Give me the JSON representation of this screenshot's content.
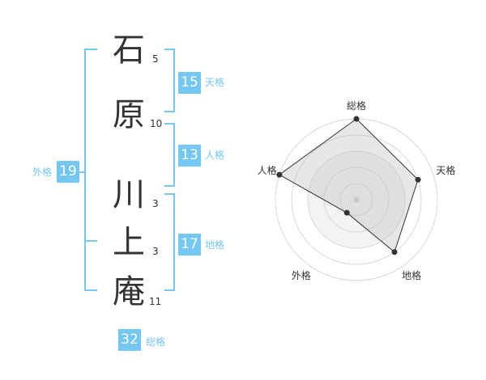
{
  "name": {
    "chars": [
      {
        "char": "石",
        "strokes": "5"
      },
      {
        "char": "原",
        "strokes": "10"
      },
      {
        "char": "川",
        "strokes": "3"
      },
      {
        "char": "上",
        "strokes": "3"
      },
      {
        "char": "庵",
        "strokes": "11"
      }
    ]
  },
  "fortunes": {
    "tenkaku": {
      "value": "15",
      "label": "天格"
    },
    "jinkaku": {
      "value": "13",
      "label": "人格"
    },
    "chikaku": {
      "value": "17",
      "label": "地格"
    },
    "gaikaku": {
      "value": "19",
      "label": "外格"
    },
    "soukaku": {
      "value": "32",
      "label": "総格"
    }
  },
  "colors": {
    "accent": "#74c7f2",
    "text": "#333333",
    "grid": "#d8d8d8"
  },
  "chart_data": {
    "type": "radar",
    "axes": [
      "総格",
      "天格",
      "地格",
      "外格",
      "人格"
    ],
    "values": [
      5,
      4,
      4,
      1,
      5
    ],
    "max": 5,
    "rings": 5
  }
}
